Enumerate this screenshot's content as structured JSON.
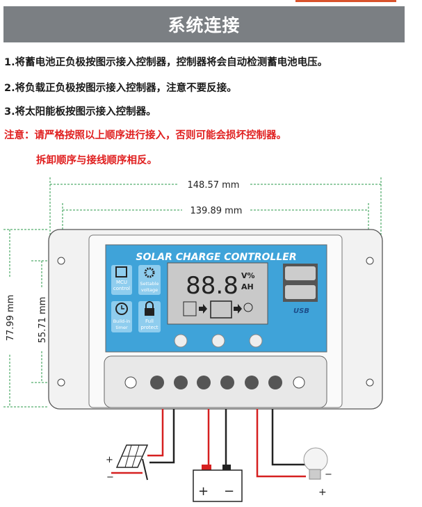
{
  "header": {
    "title": "系统连接"
  },
  "instructions": [
    "1.将蓄电池正负极按图示接入控制器，控制器将会自动检测蓄电池电压。",
    "2.将负载正负极按图示接入控制器，注意不要反接。",
    "3.将太阳能板按图示接入控制器。"
  ],
  "warning": {
    "line1": "注意：请严格按照以上顺序进行接入，否则可能会损坏控制器。",
    "line2": "拆卸顺序与接线顺序相反。"
  },
  "dimensions": {
    "outer_width": "148.57 mm",
    "inner_width": "139.89 mm",
    "outer_height": "77.99 mm",
    "inner_height": "55.71 mm"
  },
  "controller": {
    "title": "SOLAR CHARGE CONTROLLER",
    "lcd_digits": "88.8",
    "lcd_unit1": "V%",
    "lcd_unit2": "AH",
    "features": [
      {
        "icon": "chip-icon",
        "label1": "MCU",
        "label2": "control"
      },
      {
        "icon": "gear-icon",
        "label1": "Settable",
        "label2": "voltage"
      },
      {
        "icon": "clock-icon",
        "label1": "Build-in",
        "label2": "timer"
      },
      {
        "icon": "lock-icon",
        "label1": "Full",
        "label2": "protect"
      }
    ],
    "usb_label": "USB"
  },
  "polarity": {
    "plus": "+",
    "minus": "−"
  },
  "colors": {
    "panel_blue": "#3fa3d9",
    "header_gray": "#7b7f83",
    "warning_red": "#e02020",
    "wire_red": "#d62020"
  }
}
